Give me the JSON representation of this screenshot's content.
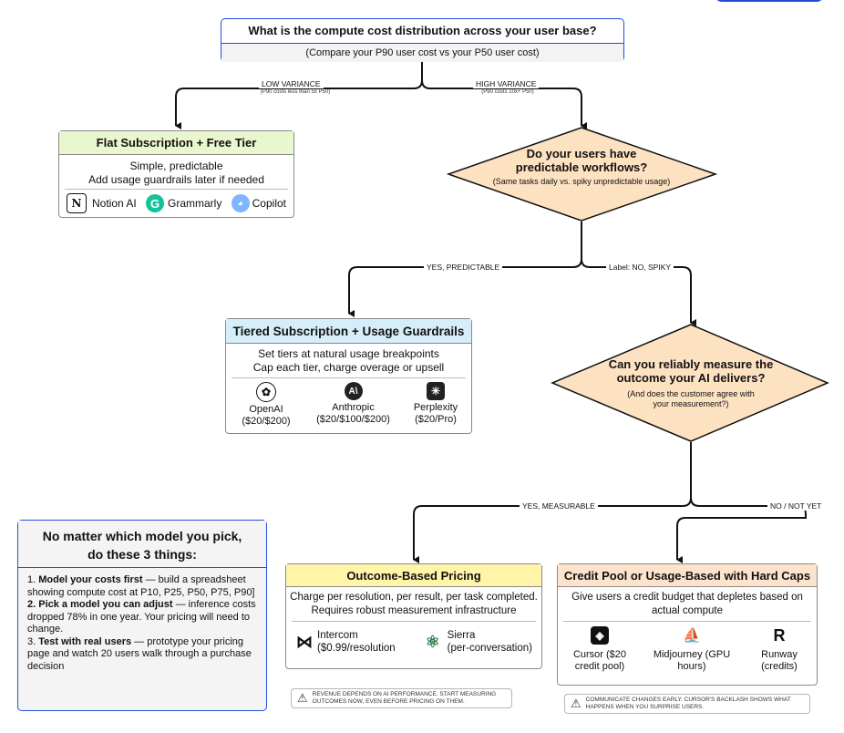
{
  "root": {
    "title": "What is the compute cost distribution across your user base?",
    "subtitle": "(Compare your P90 user cost vs your P50 user cost)"
  },
  "branches": {
    "low_variance": "LOW VARIANCE",
    "low_variance_note": "(P90 costs less than 5x P50)",
    "high_variance": "HIGH VARIANCE",
    "high_variance_note": "(P90 costs 10x+ P50)",
    "yes_predictable": "YES, PREDICTABLE",
    "no_spiky": "Label: NO, SPIKY",
    "yes_measurable": "YES, MEASURABLE",
    "no_not_yet": "NO / NOT YET"
  },
  "q1": {
    "title": "Do your users have predictable workflows?",
    "note": "(Same tasks daily vs. spiky unpredictable usage)"
  },
  "q2": {
    "title": "Can you reliably measure the outcome your AI delivers?",
    "note": "(And does the customer agree with your measurement?)"
  },
  "flat": {
    "title": "Flat Subscription + Free Tier",
    "line1": "Simple, predictable",
    "line2": "Add usage guardrails later if needed",
    "examples": [
      "Notion AI",
      "Grammarly",
      "Copilot"
    ]
  },
  "tiered": {
    "title": "Tiered Subscription + Usage Guardrails",
    "line1": "Set tiers at natural usage breakpoints",
    "line2": "Cap each tier, charge overage or upsell",
    "examples": [
      {
        "name": "OpenAI",
        "price": "($20/$200)"
      },
      {
        "name": "Anthropic",
        "price": "($20/$100/$200)"
      },
      {
        "name": "Perplexity",
        "price": "($20/Pro)"
      }
    ]
  },
  "outcome": {
    "title": "Outcome-Based Pricing",
    "line1": "Charge per resolution, per result, per task completed.",
    "line2": "Requires robust measurement infrastructure",
    "examples": [
      {
        "name": "Intercom",
        "price": "($0.99/resolution"
      },
      {
        "name": "Sierra",
        "price": "(per-conversation)"
      }
    ],
    "warning": "REVENUE DEPENDS ON AI PERFORMANCE. START MEASURING OUTCOMES NOW, EVEN BEFORE PRICING ON THEM."
  },
  "credit": {
    "title": "Credit Pool or Usage-Based with Hard Caps",
    "line1": "Give users a credit budget that depletes based on",
    "line2": "actual compute",
    "examples": [
      {
        "name": "Cursor ($20",
        "price": "credit pool)"
      },
      {
        "name": "Midjourney (GPU",
        "price": "hours)"
      },
      {
        "name": "Runway",
        "price": "(credits)"
      }
    ],
    "warning": "COMMUNICATE CHANGES EARLY. CURSOR'S BACKLASH SHOWS WHAT HAPPENS WHEN YOU SURPRISE USERS."
  },
  "tips": {
    "title_line1": "No matter which model you pick,",
    "title_line2": "do these 3 things:",
    "item1_bold": "Model your costs first",
    "item1_text": " — build a spreadsheet showing compute cost at P10, P25, P50, P75, P90]",
    "item2_bold": "2. Pick a model you can adjust",
    "item2_text": " — inference costs dropped 78% in one year. Your pricing will need to change.",
    "item3_bold": "Test with real users",
    "item3_text": " — prototype your pricing page and watch 20 users walk through a purchase decision"
  },
  "colors": {
    "blue": "#1f4fd8",
    "green_header": "#e9f7cf",
    "blue_header": "#d6eef9",
    "diamond_fill": "#fde2c2",
    "yellow_header": "#fff4a8",
    "peach_header": "#fde3cc"
  }
}
